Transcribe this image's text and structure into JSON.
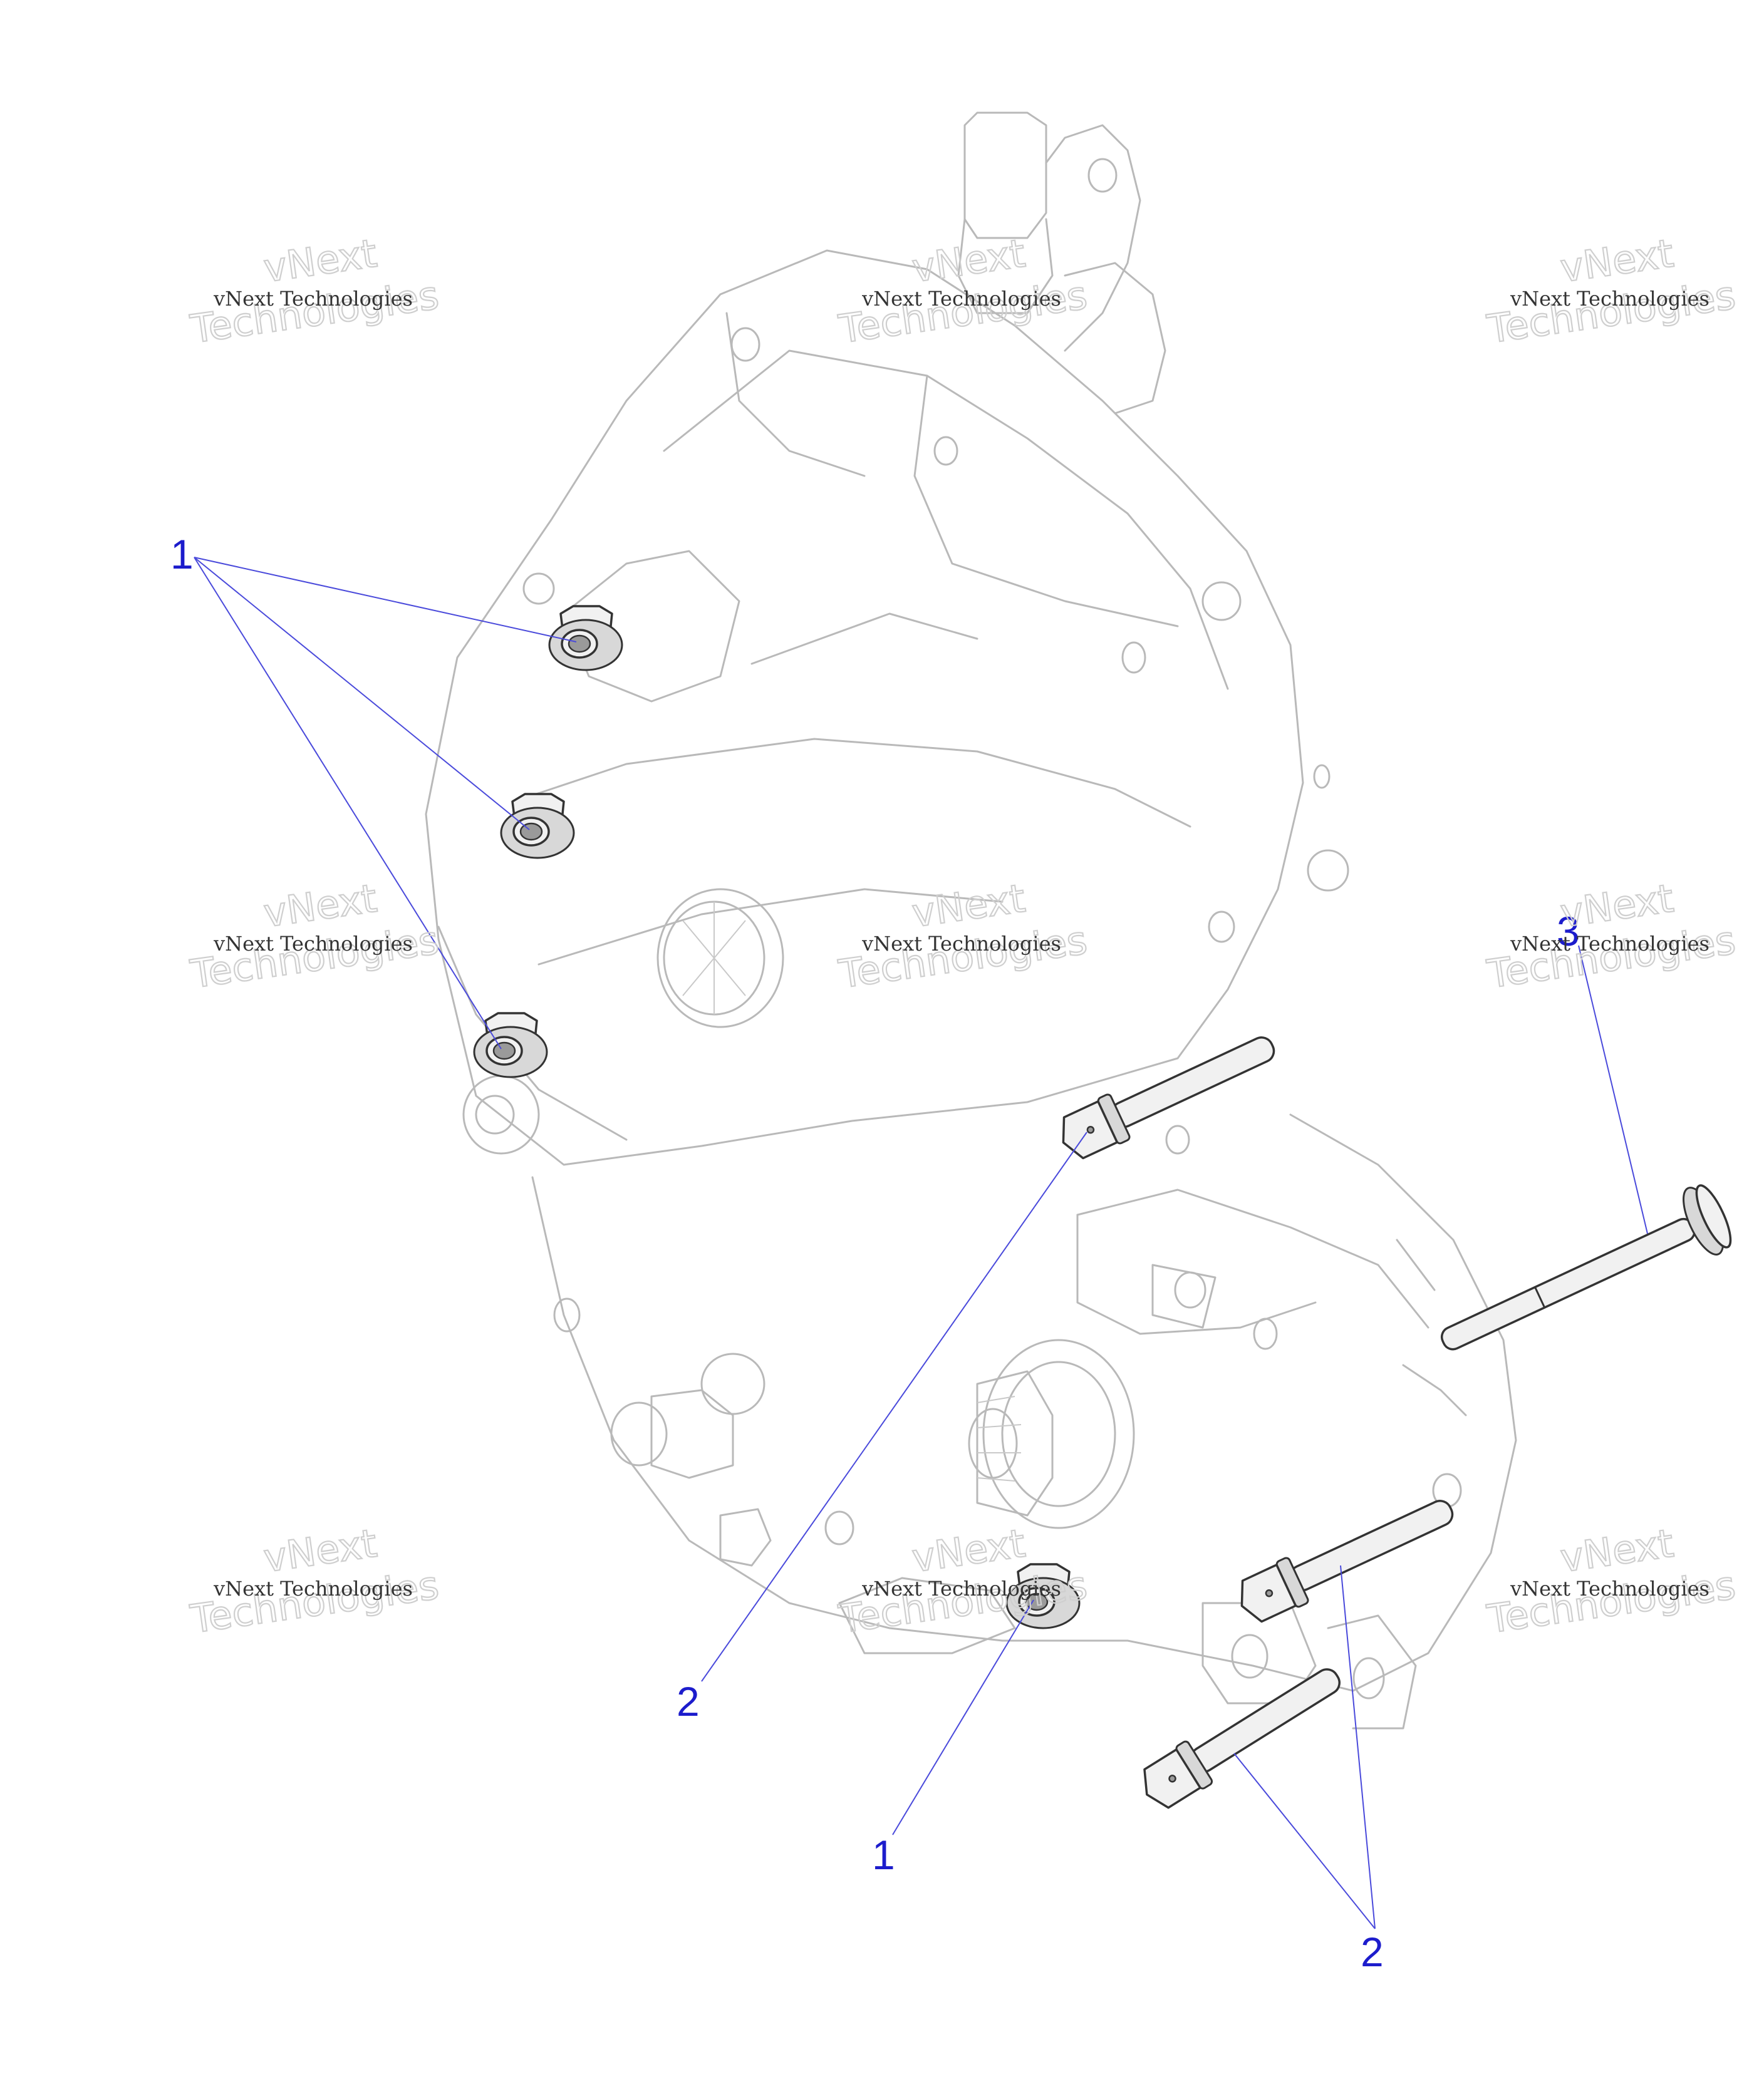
{
  "watermark": {
    "text_small": "vNext Technologies",
    "text_large_line1": "vNext",
    "text_large_line2": "Technologies"
  },
  "callouts": {
    "c1a": "1",
    "c1b": "1",
    "c2a": "2",
    "c2b": "2",
    "c3": "3"
  },
  "colors": {
    "callout": "#1c1ccc",
    "leader": "#4a4adb",
    "outline": "#b9b9b9",
    "part_outline": "#333333"
  }
}
